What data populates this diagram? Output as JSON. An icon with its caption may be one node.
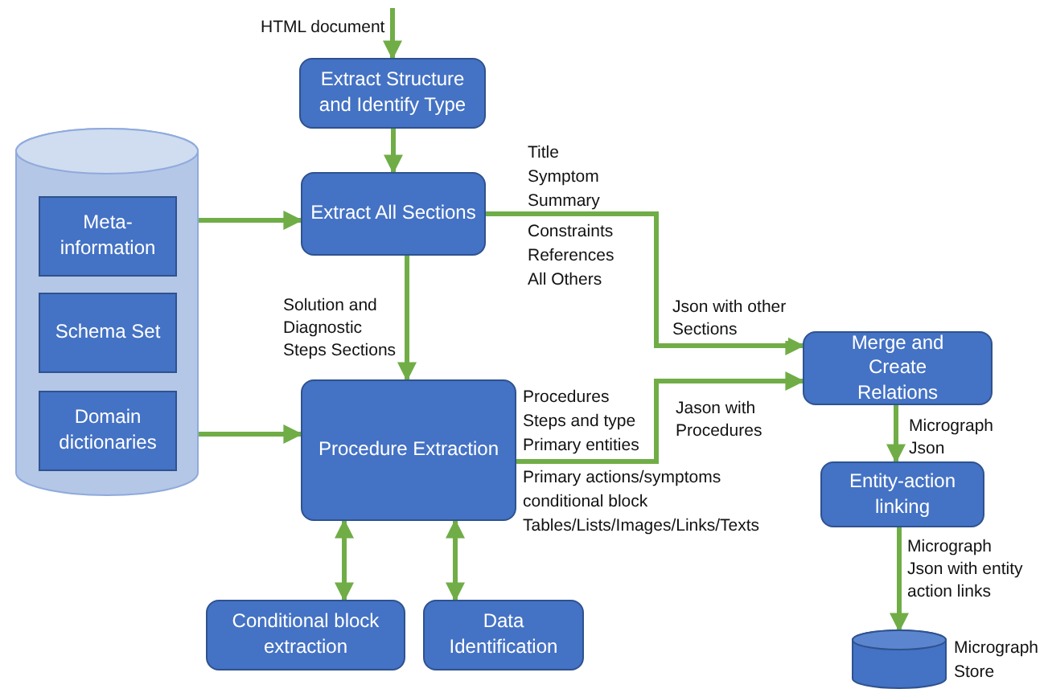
{
  "diagram": {
    "nodes": [
      {
        "text": [
          "Extract Structure and Identify Type"
        ]
      },
      {
        "text": [
          "Extract All Sections"
        ]
      },
      {
        "text": [],
        "shape": "cylinder"
      },
      {
        "text": [
          "Meta-information"
        ],
        "in": 2
      },
      {
        "text": [
          "Schema Set"
        ],
        "in": 2
      },
      {
        "text": [
          "Domain dictionaries"
        ],
        "in": 2
      },
      {
        "text": [
          "Procedure Extraction"
        ]
      },
      {
        "text": [
          "Conditional block extraction"
        ]
      },
      {
        "text": [
          "Data Identification"
        ]
      },
      {
        "text": [
          "Merge and Create Relations"
        ]
      },
      {
        "text": [
          "Entity-action linking"
        ]
      },
      {
        "text": [],
        "shape": "cylinder",
        "beside": [
          "Micrograph Store"
        ]
      }
    ],
    "edges": [
      {
        "from": null,
        "to": 0,
        "arrow": "to",
        "label": "HTML document"
      },
      {
        "from": 0,
        "to": 1,
        "arrow": "to"
      },
      {
        "from": 2,
        "to": 1,
        "arrow": "to"
      },
      {
        "from": 2,
        "to": 6,
        "arrow": "to"
      },
      {
        "from": 1,
        "to": 6,
        "arrow": "to",
        "label": "Solution and Diagnostic Steps Sections"
      },
      {
        "from": 1,
        "to": 9,
        "arrow": "to",
        "label": "Json with other Sections"
      },
      {
        "from": 6,
        "to": 9,
        "arrow": "to",
        "label": "Jason with Procedures"
      },
      {
        "from": 6,
        "to": 7,
        "arrow": "both"
      },
      {
        "from": 6,
        "to": 8,
        "arrow": "both"
      },
      {
        "from": 9,
        "to": 10,
        "arrow": "to",
        "label": "Micrograph Json"
      },
      {
        "from": 10,
        "to": 11,
        "arrow": "to",
        "label": "Micrograph Json with entity action links"
      }
    ],
    "labels": [
      "Title",
      "Symptom",
      "Summary",
      "Constraints",
      "References",
      "All Others",
      "Procedures",
      "Steps and type",
      "Primary entities",
      "Primary actions/symptoms",
      "conditional block",
      "Tables/Lists/Images/Links/Texts"
    ]
  }
}
